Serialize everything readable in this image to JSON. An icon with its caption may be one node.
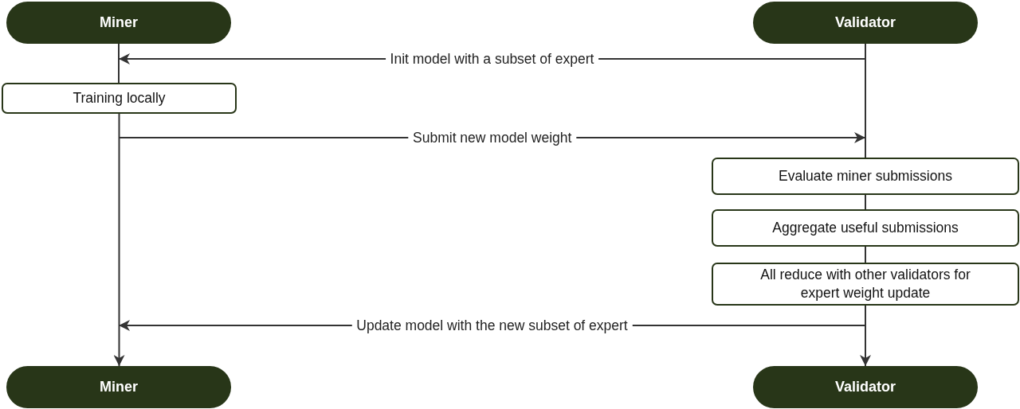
{
  "diagram": {
    "nodes": [
      {
        "text": [
          "Miner"
        ]
      },
      {
        "text": [
          "Validator"
        ]
      },
      {
        "text": [
          "Training locally"
        ]
      },
      {
        "text": [
          "Evaluate miner submissions"
        ]
      },
      {
        "text": [
          "Aggregate useful submissions"
        ]
      },
      {
        "text": [
          "All reduce with other validators for expert weight update"
        ]
      },
      {
        "text": [
          "Miner"
        ]
      },
      {
        "text": [
          "Validator"
        ]
      }
    ],
    "edges": [
      {
        "from": 1,
        "to": 0,
        "arrow": "to",
        "label": "Init model with a subset of expert"
      },
      {
        "from": 0,
        "to": 2,
        "arrow": "none"
      },
      {
        "from": 2,
        "to": 3,
        "arrow": "to",
        "label": "Submit new model weight"
      },
      {
        "from": 1,
        "to": 3,
        "arrow": "none"
      },
      {
        "from": 3,
        "to": 4,
        "arrow": "none"
      },
      {
        "from": 4,
        "to": 5,
        "arrow": "none"
      },
      {
        "from": 5,
        "to": 6,
        "arrow": "to",
        "label": "Update model with the new subset of expert"
      },
      {
        "from": 2,
        "to": 6,
        "arrow": "to"
      },
      {
        "from": 5,
        "to": 7,
        "arrow": "to"
      }
    ]
  }
}
